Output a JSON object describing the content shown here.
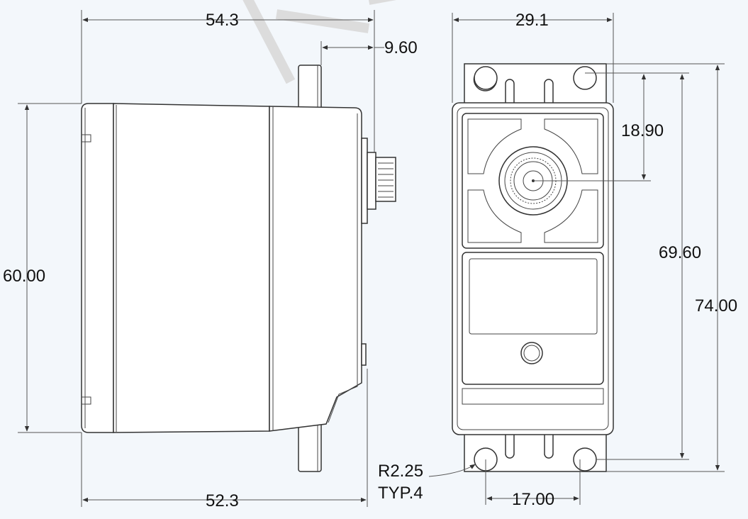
{
  "dimensions": {
    "side_total_length": "54.3",
    "side_body_length": "52.3",
    "spline_offset": "9.60",
    "side_height": "60.00",
    "front_width": "29.1",
    "spline_from_top": "18.90",
    "hole_spacing_vertical": "69.60",
    "flange_length": "74.00",
    "hole_spacing_horizontal": "17.00",
    "hole_radius": "R2.25",
    "hole_count": "TYP.4"
  },
  "colors": {
    "background": "#f3f7fb",
    "line": "#333333",
    "watermark": "#dcdcdc"
  }
}
